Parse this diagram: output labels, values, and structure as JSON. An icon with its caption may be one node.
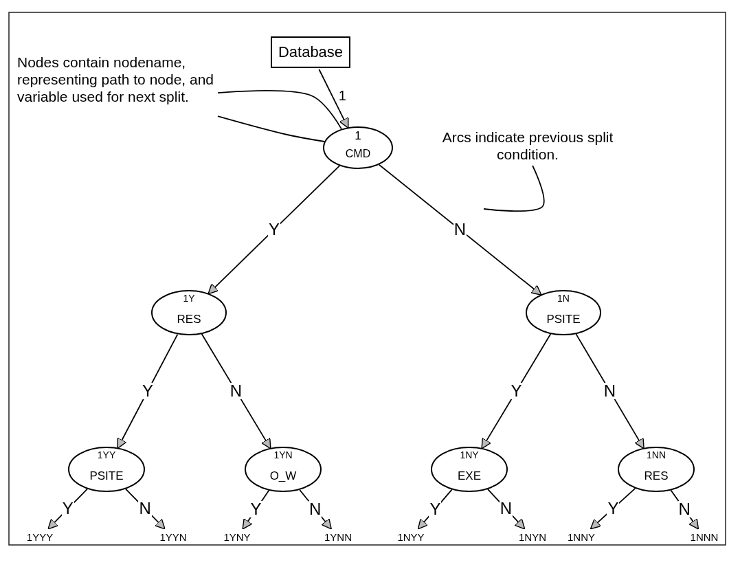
{
  "diagram": {
    "nodes": [
      {
        "text": [
          "Database"
        ]
      },
      {
        "text": [
          "1",
          "CMD"
        ]
      },
      {
        "text": [
          "1Y",
          "RES"
        ]
      },
      {
        "text": [
          "1N",
          "PSITE"
        ]
      },
      {
        "text": [
          "1YY",
          "PSITE"
        ]
      },
      {
        "text": [
          "1YN",
          "O_W"
        ]
      },
      {
        "text": [
          "1NY",
          "EXE"
        ]
      },
      {
        "text": [
          "1NN",
          "RES"
        ]
      },
      {
        "text": [
          "1YYY"
        ]
      },
      {
        "text": [
          "1YYN"
        ]
      },
      {
        "text": [
          "1YNY"
        ]
      },
      {
        "text": [
          "1YNN"
        ]
      },
      {
        "text": [
          "1NYY"
        ]
      },
      {
        "text": [
          "1NYN"
        ]
      },
      {
        "text": [
          "1NNY"
        ]
      },
      {
        "text": [
          "1NNN"
        ]
      },
      {
        "text": [
          "Nodes contain nodename, representing path to node, and variable used for next split."
        ]
      },
      {
        "text": [
          "Arcs indicate previous split condition."
        ]
      }
    ],
    "edges": [
      {
        "from": 0,
        "to": 1,
        "arrow": "to",
        "label": "1"
      },
      {
        "from": 1,
        "to": 2,
        "arrow": "to",
        "label": "Y"
      },
      {
        "from": 1,
        "to": 3,
        "arrow": "to",
        "label": "N"
      },
      {
        "from": 2,
        "to": 4,
        "arrow": "to",
        "label": "Y"
      },
      {
        "from": 2,
        "to": 5,
        "arrow": "to",
        "label": "N"
      },
      {
        "from": 3,
        "to": 6,
        "arrow": "to",
        "label": "Y"
      },
      {
        "from": 3,
        "to": 7,
        "arrow": "to",
        "label": "N"
      },
      {
        "from": 4,
        "to": 8,
        "arrow": "to",
        "label": "Y"
      },
      {
        "from": 4,
        "to": 9,
        "arrow": "to",
        "label": "N"
      },
      {
        "from": 5,
        "to": 10,
        "arrow": "to",
        "label": "Y"
      },
      {
        "from": 5,
        "to": 11,
        "arrow": "to",
        "label": "N"
      },
      {
        "from": 6,
        "to": 12,
        "arrow": "to",
        "label": "Y"
      },
      {
        "from": 6,
        "to": 13,
        "arrow": "to",
        "label": "N"
      },
      {
        "from": 7,
        "to": 14,
        "arrow": "to",
        "label": "Y"
      },
      {
        "from": 7,
        "to": 15,
        "arrow": "to",
        "label": "N"
      },
      {
        "from": 16,
        "to": 1,
        "arrow": "none"
      },
      {
        "from": 16,
        "to": 1,
        "arrow": "none"
      },
      {
        "from": 17,
        "to": null,
        "arrow": "none"
      }
    ]
  }
}
